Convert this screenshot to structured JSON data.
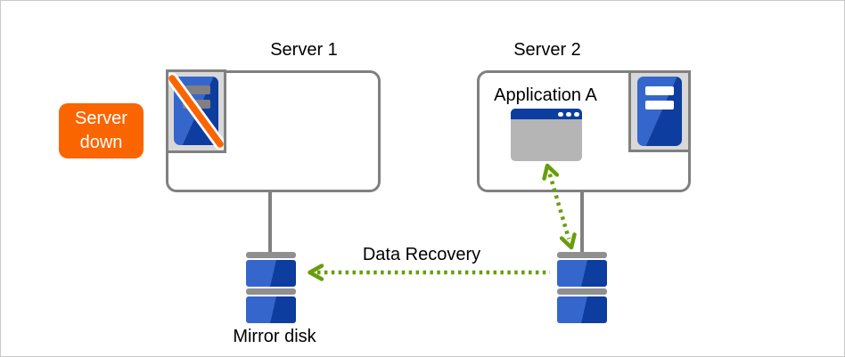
{
  "colors": {
    "accent_orange": "#FA6500",
    "blue_light": "#3566CB",
    "blue_dark": "#0D3D9E",
    "outline_gray": "#808080",
    "panel_gray": "#D8D8D8",
    "bar_gray": "#808080",
    "white": "#FFFFFF",
    "recovery_green": "#689E0B"
  },
  "badge": {
    "line1": "Server",
    "line2": "down"
  },
  "server1": {
    "title": "Server 1"
  },
  "server2": {
    "title": "Server 2",
    "application": "Application A"
  },
  "recovery_arrow": {
    "label": "Data Recovery"
  },
  "mirror_disk": {
    "label": "Mirror disk"
  },
  "icons": {
    "failed_server": "server-tower-with-orange-slash",
    "active_server": "server-tower",
    "application_window": "window-with-titlebar-dots",
    "mirror_disk": "stacked-disk-drives",
    "recovery_arrow": "green-dotted-arrow-left",
    "sync_arrow": "green-dotted-double-arrow"
  }
}
